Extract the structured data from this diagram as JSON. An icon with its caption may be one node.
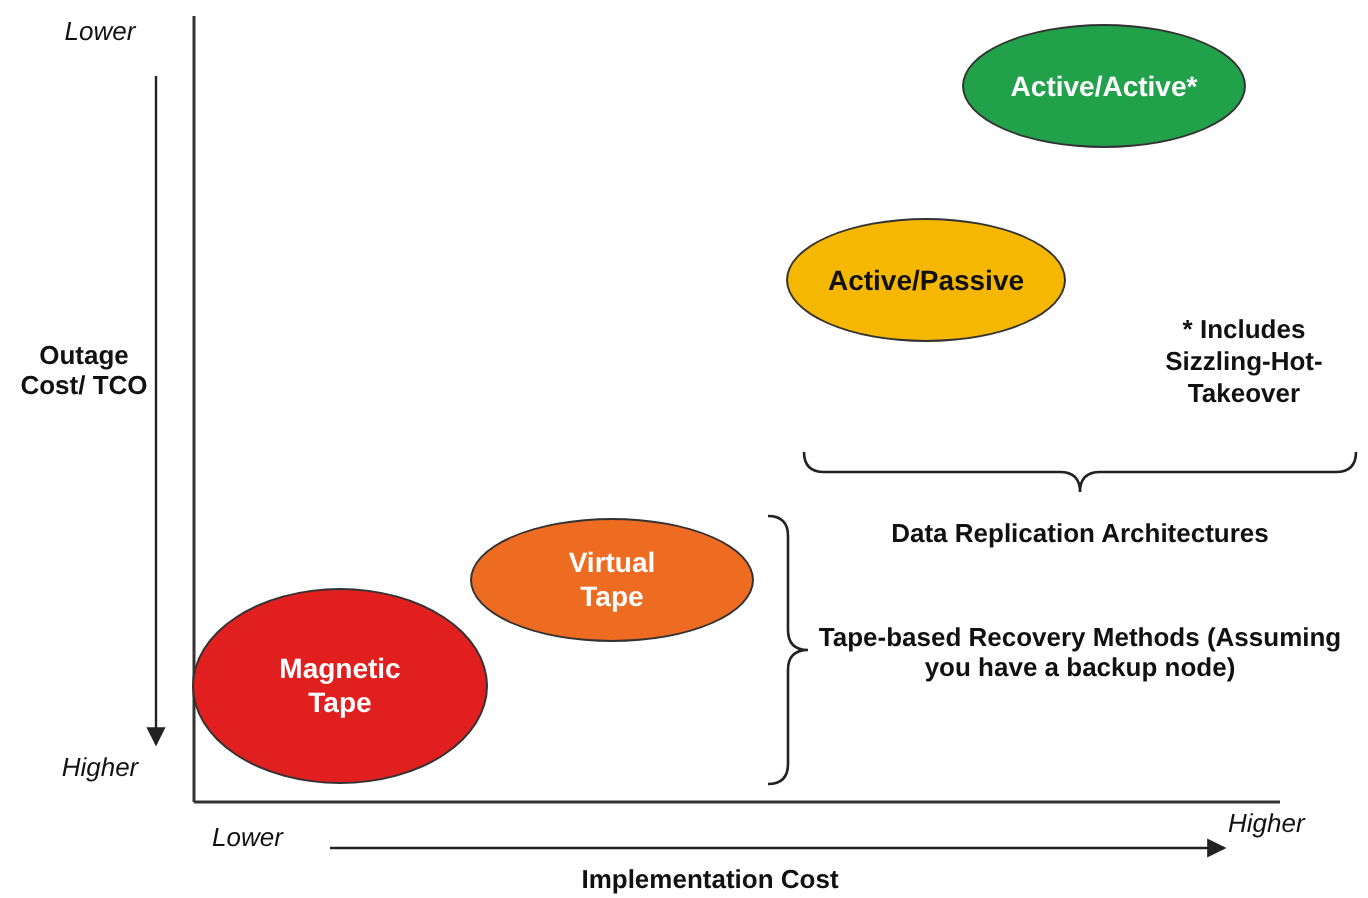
{
  "diagram": {
    "nodes": [
      {
        "text": [
          "Active/Active*"
        ]
      },
      {
        "text": [
          "Active/Passive"
        ]
      },
      {
        "text": [
          "Virtual Tape"
        ]
      },
      {
        "text": [
          "Magnetic Tape"
        ]
      }
    ],
    "labels": [
      "Lower",
      "Outage Cost/ TCO",
      "Higher",
      "* Includes Sizzling-Hot-Takeover",
      "Data Replication Architectures",
      "Tape-based Recovery Methods (Assuming you have a backup node)",
      "Lower",
      "Higher",
      "Implementation Cost"
    ]
  }
}
